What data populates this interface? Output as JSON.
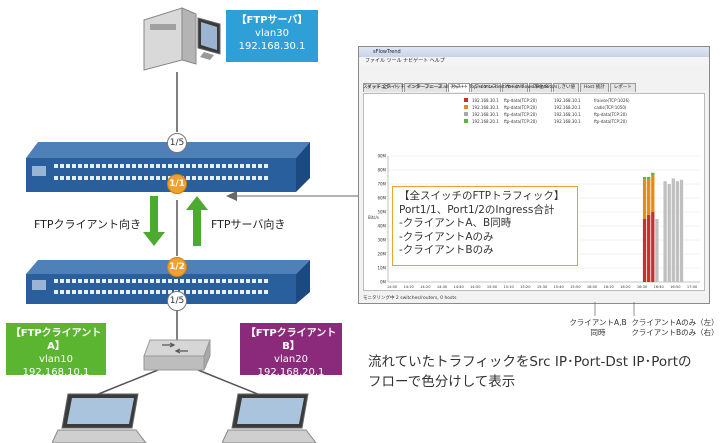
{
  "ftp_server": {
    "title": "【FTPサーバ】",
    "vlan": "vlan30",
    "ip": "192.168.30.1"
  },
  "client_a": {
    "title": "【FTPクライアントA】",
    "vlan": "vlan10",
    "ip": "192.168.10.1"
  },
  "client_b": {
    "title": "【FTPクライアントB】",
    "vlan": "vlan20",
    "ip": "192.168.20.1"
  },
  "ports": {
    "top_server": "1/5",
    "top_uplink": "1/1",
    "bottom_uplink": "1/2",
    "bottom_down": "1/5"
  },
  "directions": {
    "client": "FTPクライアント向き",
    "server": "FTPサーバ向き"
  },
  "annotation": {
    "title": "【全スイッチのFTPトラフィック】",
    "line1": "Port1/1、Port1/2のIngress合計",
    "line2": "-クライアントA、B同時",
    "line3": "-クライアントAのみ",
    "line4": "-クライアントBのみ"
  },
  "caption": {
    "line1": "流れていたトラフィックをSrc IP･Port-Dst IP･Portの",
    "line2": "フローで色分けして表示"
  },
  "chart_labels": {
    "ab_line1": "クライアントA,B",
    "ab_line2": "同時",
    "a_only": "クライアントAのみ（左）",
    "b_only": "クライアントBのみ（右）"
  },
  "app": {
    "title": "sFlowTrend",
    "menu": "ファイル  ツール  ナビゲート  ヘルプ",
    "tabs": [
      "ダッシュボード",
      "インターフェース",
      "ホスト",
      "ワイヤレス",
      "サークル",
      "Events",
      "しきい値",
      "Host 統計",
      "レポート"
    ],
    "controls": "スイッチ  全スイッチ    インターフェース  all    チャート  Top source-destination flows  単位  Bits/s",
    "status": "モニタリング中 2 switches/routers, 0 hosts"
  },
  "colors": {
    "blue_label": "#2f9fd8",
    "green_label": "#5cb531",
    "purple_label": "#8b2a7a",
    "switch": "#2a5f9e",
    "port_orange": "#f0a030",
    "arrow_green": "#4caa2e"
  },
  "chart_data": {
    "type": "bar",
    "y_ticks": [
      "0M",
      "10M",
      "20M",
      "30M",
      "40M",
      "50M",
      "60M",
      "70M",
      "80M",
      "90M"
    ],
    "ylabel": "Bits/s",
    "ylim": [
      0,
      90
    ],
    "x_ticks": [
      "14:00",
      "14:10",
      "14:20",
      "14:30",
      "14:40",
      "14:50",
      "15:00",
      "15:10",
      "15:20",
      "15:30",
      "15:40",
      "15:50",
      "16:00",
      "16:10",
      "16:20",
      "16:30",
      "16:40",
      "16:50",
      "17:00"
    ],
    "legend": [
      {
        "color": "#c8302a",
        "src": "192.168.30.1",
        "flow": "ftp-data(TCP:20)",
        "dst": "192.168.10.1",
        "port": "fraivse(TCP:1026)"
      },
      {
        "color": "#e88a1a",
        "src": "192.168.30.1",
        "flow": "ftp-data(TCP:20)",
        "dst": "192.168.20.1",
        "port": "cadis(TCP:1050)"
      },
      {
        "color": "#a8a8a8",
        "src": "192.168.30.1",
        "flow": "ftp-data(TCP:20)",
        "dst": "192.168.10.1",
        "port": "ftp-data(TCP:20)"
      },
      {
        "color": "#5fb336",
        "src": "192.168.20.1",
        "flow": "ftp-data(TCP:20)",
        "dst": "192.168.30.1",
        "port": "ftp-data(TCP:20)"
      }
    ],
    "series": [
      {
        "color": "#c8302a",
        "values": [
          0,
          0,
          0,
          0,
          0,
          0,
          0,
          0,
          0,
          0,
          0,
          0,
          0,
          0,
          0,
          0,
          0,
          0,
          0,
          0,
          0,
          0,
          0,
          0,
          0,
          0,
          0,
          0,
          0,
          0,
          0,
          0,
          0,
          0,
          0,
          0,
          0,
          0,
          0,
          0,
          0,
          0,
          0,
          0,
          0,
          0,
          0,
          0,
          0,
          0,
          0,
          0,
          0,
          0,
          0,
          0,
          0,
          0,
          0,
          0,
          0,
          0,
          45,
          48,
          50,
          0,
          0,
          0,
          0,
          0,
          0,
          0,
          0,
          0,
          0,
          0
        ]
      },
      {
        "color": "#e88a1a",
        "values": [
          0,
          0,
          0,
          0,
          0,
          0,
          0,
          0,
          0,
          0,
          0,
          0,
          0,
          0,
          0,
          0,
          0,
          0,
          0,
          0,
          0,
          0,
          0,
          0,
          0,
          0,
          0,
          0,
          0,
          0,
          0,
          0,
          0,
          0,
          0,
          0,
          0,
          0,
          0,
          0,
          0,
          0,
          0,
          0,
          0,
          0,
          0,
          0,
          0,
          0,
          0,
          0,
          0,
          0,
          0,
          0,
          0,
          0,
          0,
          0,
          0,
          0,
          28,
          25,
          26,
          0,
          0,
          0,
          0,
          0,
          0,
          0,
          0,
          0,
          0,
          0
        ]
      },
      {
        "color": "#5fb336",
        "values": [
          0,
          0,
          0,
          0,
          0,
          0,
          0,
          0,
          0,
          0,
          0,
          0,
          0,
          0,
          0,
          0,
          0,
          0,
          0,
          0,
          0,
          0,
          0,
          0,
          0,
          0,
          0,
          0,
          0,
          0,
          0,
          0,
          0,
          0,
          0,
          0,
          0,
          0,
          0,
          0,
          0,
          0,
          0,
          0,
          0,
          0,
          0,
          0,
          0,
          0,
          0,
          0,
          0,
          0,
          0,
          0,
          0,
          0,
          0,
          0,
          0,
          0,
          2,
          2,
          2,
          0,
          0,
          0,
          0,
          0,
          0,
          0,
          0,
          0,
          0,
          0
        ]
      },
      {
        "color": "#c0c0c0",
        "values": [
          0,
          0,
          0,
          0,
          0,
          0,
          0,
          0,
          0,
          0,
          0,
          0,
          0,
          0,
          0,
          0,
          0,
          0,
          0,
          0,
          0,
          0,
          0,
          0,
          0,
          0,
          0,
          0,
          0,
          0,
          0,
          0,
          0,
          0,
          0,
          0,
          0,
          0,
          0,
          0,
          0,
          0,
          0,
          0,
          0,
          0,
          0,
          0,
          0,
          0,
          0,
          0,
          0,
          0,
          0,
          0,
          0,
          0,
          0,
          0,
          0,
          0,
          0,
          0,
          0,
          45,
          0,
          72,
          70,
          74,
          72,
          73,
          0,
          0,
          0,
          0
        ]
      }
    ]
  }
}
